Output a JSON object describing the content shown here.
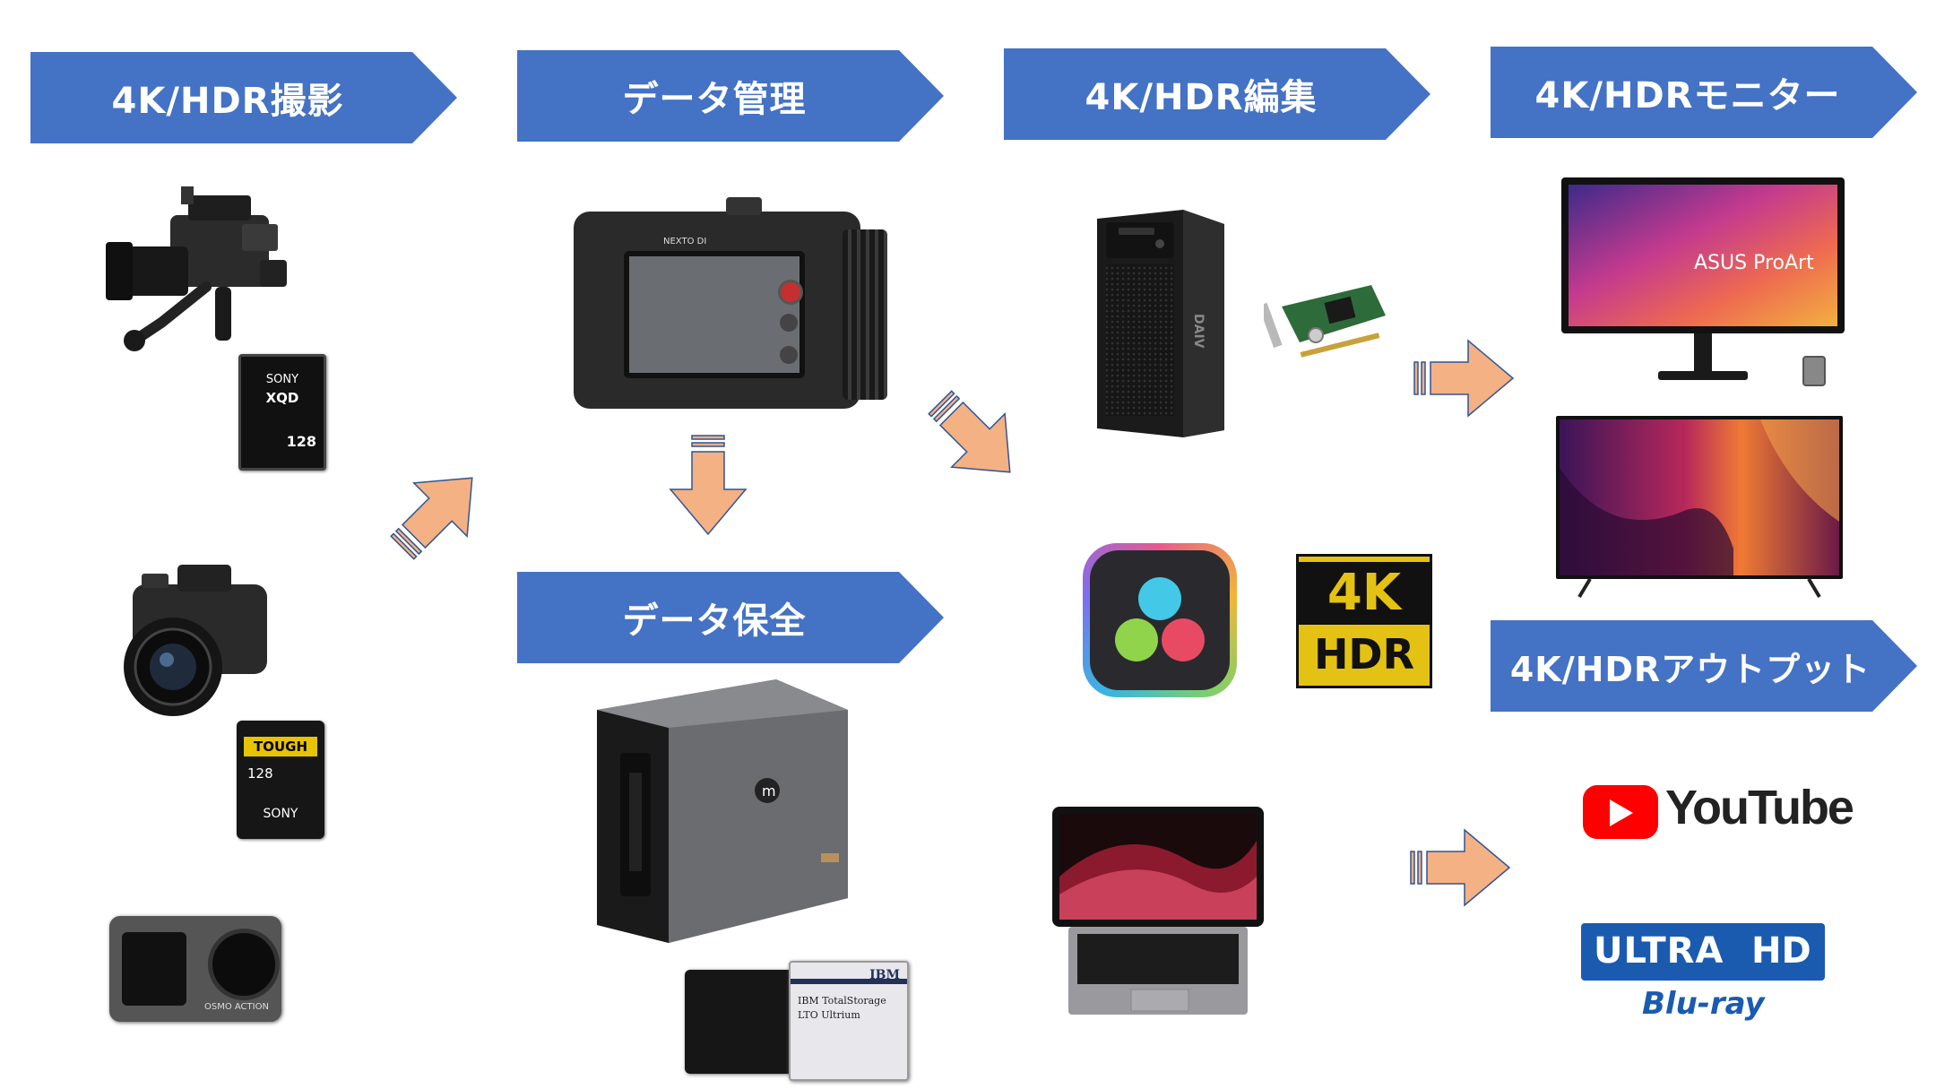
{
  "stages": [
    {
      "label": "4K/HDR撮影"
    },
    {
      "label": "データ管理"
    },
    {
      "label": "4K/HDR編集"
    },
    {
      "label": "4K/HDRモニター"
    },
    {
      "label": "データ保全"
    },
    {
      "label": "4K/HDRアウトプット"
    }
  ],
  "devices": {
    "xqd_card": {
      "brand": "SONY",
      "type": "XQD",
      "capacity": "128"
    },
    "sd_card": {
      "brand": "TOUGH",
      "capacity": "128",
      "maker": "SONY"
    },
    "recorder_brand": "NEXTO DI",
    "monitor_brand": "ASUS ProArt",
    "action_cam_label": "OSMO ACTION",
    "pc_brand": "DAIV",
    "storage_logo": "m",
    "tape_brand": "IBM",
    "tape_label_line1": "IBM TotalStorage",
    "tape_label_line2": "LTO Ultrium"
  },
  "badges": {
    "four_k": "4K",
    "hdr": "HDR"
  },
  "outputs": {
    "youtube": "YouTube",
    "ultra_hd_1": "ULTRA",
    "ultra_hd_2": "HD",
    "blu_ray": "Blu-ray"
  },
  "colors": {
    "banner": "#4472C4",
    "arrow_fill": "#F4B183",
    "arrow_stroke": "#2F5597"
  }
}
